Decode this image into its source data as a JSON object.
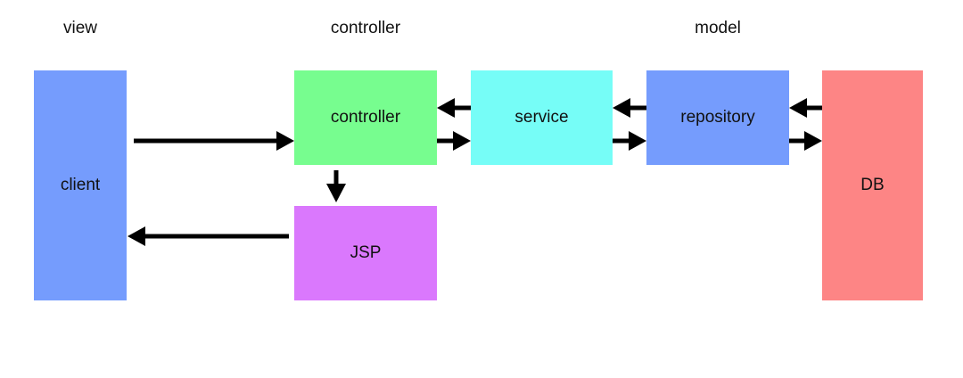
{
  "layers": {
    "view": "view",
    "controller": "controller",
    "model": "model"
  },
  "nodes": {
    "client": {
      "label": "client",
      "color": "#759cfd"
    },
    "controller": {
      "label": "controller",
      "color": "#77fd8f"
    },
    "service": {
      "label": "service",
      "color": "#76fdf7"
    },
    "repository": {
      "label": "repository",
      "color": "#759cfd"
    },
    "db": {
      "label": "DB",
      "color": "#fd8585"
    },
    "jsp": {
      "label": "JSP",
      "color": "#da78fd"
    }
  },
  "edges": [
    {
      "from": "client",
      "to": "controller"
    },
    {
      "from": "service",
      "to": "controller"
    },
    {
      "from": "controller",
      "to": "service"
    },
    {
      "from": "repository",
      "to": "service"
    },
    {
      "from": "service",
      "to": "repository"
    },
    {
      "from": "db",
      "to": "repository"
    },
    {
      "from": "repository",
      "to": "db"
    },
    {
      "from": "controller",
      "to": "jsp"
    },
    {
      "from": "jsp",
      "to": "client"
    }
  ]
}
